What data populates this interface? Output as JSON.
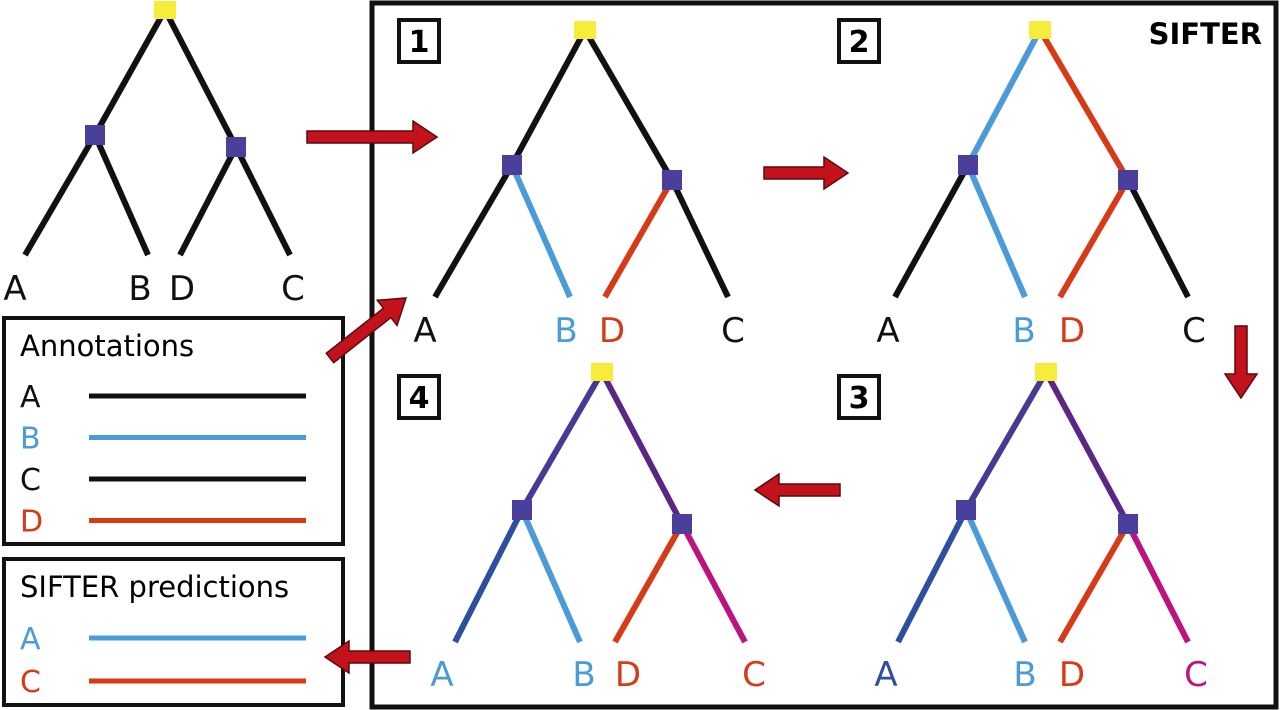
{
  "colors": {
    "black": "#111111",
    "light_blue": "#4b9bd8",
    "orange": "#d63a17",
    "dark_blue": "#2c4f9e",
    "indigo": "#453a94",
    "purple": "#5a2785",
    "magenta": "#bb1480",
    "root_node": "#f7ec3a",
    "internal_node": "#4a3f9b",
    "arrow": "#c4121c"
  },
  "title": "SIFTER",
  "steps": [
    "1",
    "2",
    "3",
    "4"
  ],
  "trees": [
    {
      "leaves": [
        "A",
        "B",
        "D",
        "C"
      ],
      "label_colors": [
        "black",
        "black",
        "black",
        "black"
      ],
      "edge_colors": {
        "root_left": "black",
        "root_right": "black",
        "left_a": "black",
        "left_b": "black",
        "right_d": "black",
        "right_c": "black"
      }
    },
    {
      "leaves": [
        "A",
        "B",
        "D",
        "C"
      ],
      "label_colors": [
        "black",
        "light_blue",
        "orange",
        "black"
      ],
      "edge_colors": {
        "root_left": "black",
        "root_right": "black",
        "left_a": "black",
        "left_b": "light_blue",
        "right_d": "orange",
        "right_c": "black"
      }
    },
    {
      "leaves": [
        "A",
        "B",
        "D",
        "C"
      ],
      "label_colors": [
        "black",
        "light_blue",
        "orange",
        "black"
      ],
      "edge_colors": {
        "root_left": "light_blue",
        "root_right": "orange",
        "left_a": "black",
        "left_b": "light_blue",
        "right_d": "orange",
        "right_c": "black"
      }
    },
    {
      "leaves": [
        "A",
        "B",
        "D",
        "C"
      ],
      "label_colors": [
        "dark_blue",
        "light_blue",
        "orange",
        "magenta"
      ],
      "edge_colors": {
        "root_left": "indigo",
        "root_right": "purple",
        "left_a": "dark_blue",
        "left_b": "light_blue",
        "right_d": "orange",
        "right_c": "magenta"
      }
    },
    {
      "leaves": [
        "A",
        "B",
        "D",
        "C"
      ],
      "label_colors": [
        "light_blue",
        "light_blue",
        "orange",
        "orange"
      ],
      "edge_colors": {
        "root_left": "indigo",
        "root_right": "purple",
        "left_a": "dark_blue",
        "left_b": "light_blue",
        "right_d": "orange",
        "right_c": "magenta"
      }
    }
  ],
  "annotations": {
    "title": "Annotations",
    "items": [
      {
        "label": "A",
        "color": "black"
      },
      {
        "label": "B",
        "color": "light_blue"
      },
      {
        "label": "C",
        "color": "black"
      },
      {
        "label": "D",
        "color": "orange"
      }
    ]
  },
  "predictions": {
    "title": "SIFTER predictions",
    "items": [
      {
        "label": "A",
        "color": "light_blue"
      },
      {
        "label": "C",
        "color": "orange"
      }
    ]
  }
}
